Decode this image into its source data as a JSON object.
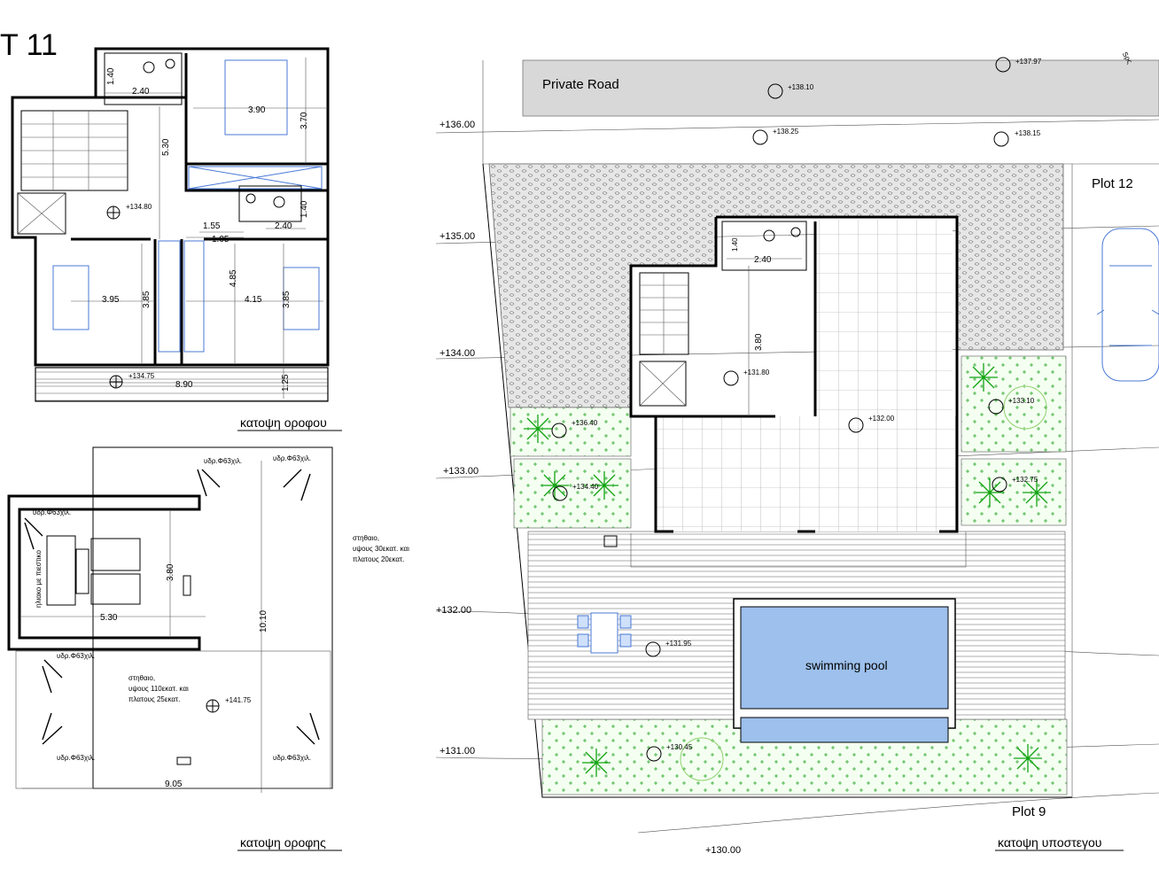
{
  "header": {
    "sheet_label": "Τ 11"
  },
  "upper_floor": {
    "title": "κατοψη οροφου",
    "dims": [
      "1.40",
      "2.40",
      "3.90",
      "3.70",
      "5.30",
      "1.55",
      "1.05",
      "2.40",
      "1.40",
      "3.95",
      "3.85",
      "4.85",
      "4.15",
      "3.85",
      "1.25",
      "8.90"
    ],
    "levels": [
      "+134.80",
      "+134.75"
    ]
  },
  "roof": {
    "title": "κατοψη οροφης",
    "drain_label": "υδρ.Φ63χιλ.",
    "notes": [
      "στηθαιο,",
      "υψους 30εκατ. και",
      "πλατους 20εκατ.",
      "στηθαιο,",
      "υψους 110εκατ. και",
      "πλατους 25εκατ."
    ],
    "solar_label": "ηλιακο με πιεστικο",
    "dims": [
      "3.80",
      "5.30",
      "10.10",
      "9.05"
    ],
    "level": "+141.75"
  },
  "ground": {
    "title": "κατοψη υποστεγου",
    "private_road": "Private Road",
    "plot_12": "Plot 12",
    "plot_9": "Plot 9",
    "pool_label": "swimming pool",
    "contours": [
      "+136.00",
      "+135.00",
      "+134.00",
      "+133.00",
      "+132.00",
      "+131.00",
      "+130.00"
    ],
    "levels": [
      "+137.97",
      "+138.10",
      "+138.25",
      "+138.15",
      "+136.40",
      "+134.40",
      "+131.80",
      "+132.00",
      "+133.10",
      "+132.75",
      "+131.95",
      "+130.45"
    ],
    "dims": [
      "1.40",
      "2.40",
      "3.80"
    ],
    "north": "Sρς"
  },
  "colors": {
    "wall": "#000000",
    "furniture": "#4a79d6",
    "pool": "#9dc0ec",
    "shrub": "#12a312",
    "road": "#d8d8d8"
  }
}
